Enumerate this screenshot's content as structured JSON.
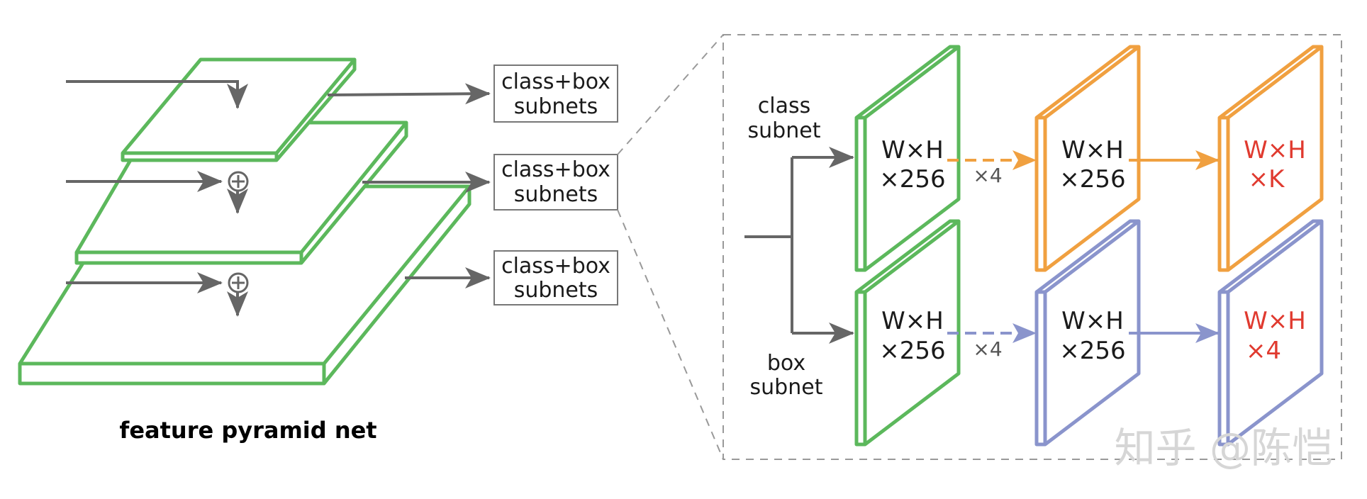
{
  "caption": "feature pyramid net",
  "subnet_boxes": [
    {
      "line1": "class+box",
      "line2": "subnets"
    },
    {
      "line1": "class+box",
      "line2": "subnets"
    },
    {
      "line1": "class+box",
      "line2": "subnets"
    }
  ],
  "class_subnet": {
    "label_line1": "class",
    "label_line2": "subnet",
    "maps": [
      {
        "line1": "W×H",
        "line2": "×256"
      },
      {
        "line1": "W×H",
        "line2": "×256"
      },
      {
        "line1": "W×H",
        "line2": "×K"
      }
    ],
    "repeat": "×4"
  },
  "box_subnet": {
    "label_line1": "box",
    "label_line2": "subnet",
    "maps": [
      {
        "line1": "W×H",
        "line2": "×256"
      },
      {
        "line1": "W×H",
        "line2": "×256"
      },
      {
        "line1": "W×H",
        "line2": "×4"
      }
    ],
    "repeat": "×4"
  },
  "sum_symbol": "⊕",
  "watermark": "知乎 @陈恺",
  "colors": {
    "green": "#5cb85c",
    "orange": "#f0a040",
    "purple": "#8a94cc",
    "arrow": "#666666",
    "output_text": "#e03a2f"
  }
}
